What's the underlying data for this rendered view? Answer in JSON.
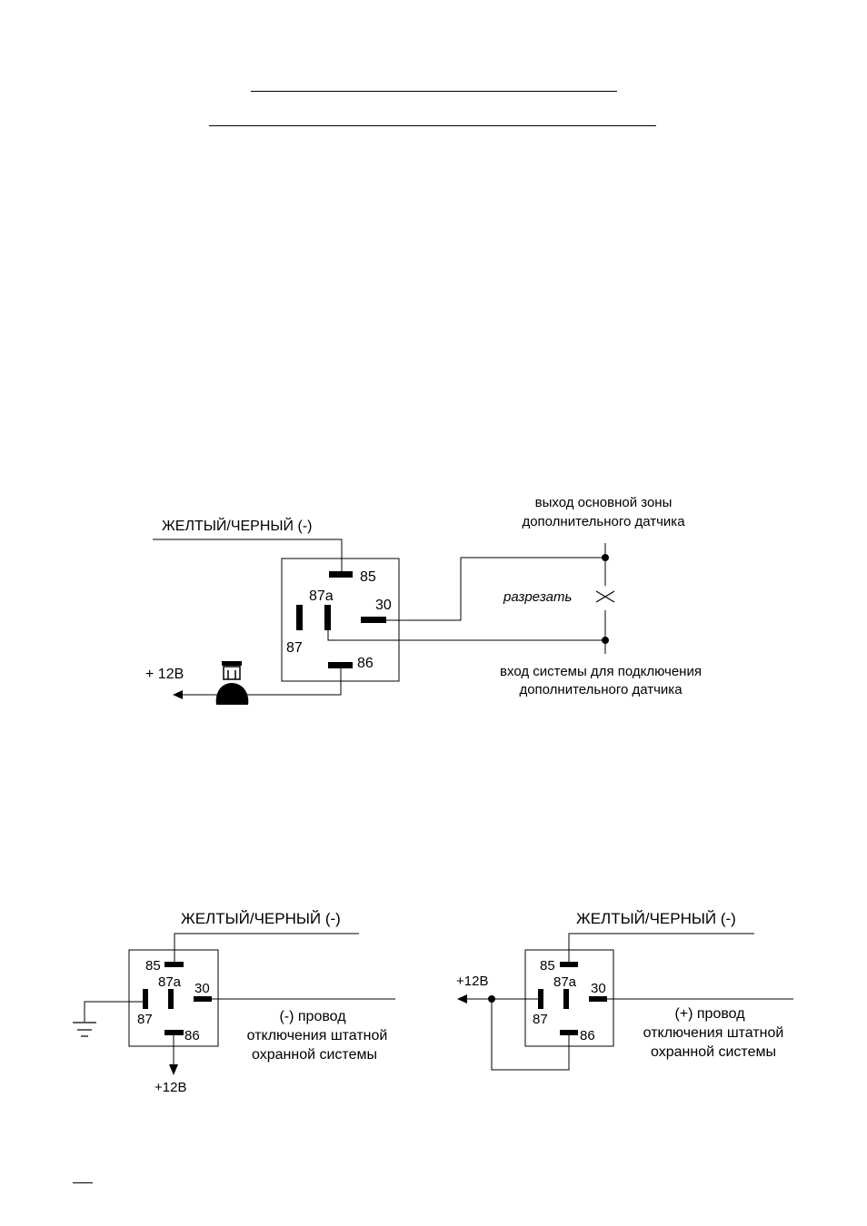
{
  "diagram1": {
    "wire_label": "ЖЕЛТЫЙ/ЧЕРНЫЙ (-)",
    "pin_85": "85",
    "pin_87a": "87a",
    "pin_30": "30",
    "pin_87": "87",
    "pin_86": "86",
    "power_label": "+ 12В",
    "output_label_line1": "выход основной зоны",
    "output_label_line2": "дополнительного датчика",
    "cut_label": "разрезать",
    "input_label_line1": "вход системы для подключения",
    "input_label_line2": "дополнительного датчика"
  },
  "diagram2": {
    "wire_label": "ЖЕЛТЫЙ/ЧЕРНЫЙ (-)",
    "pin_85": "85",
    "pin_87a": "87a",
    "pin_30": "30",
    "pin_87": "87",
    "pin_86": "86",
    "power_label": "+12В",
    "desc_line1": "(-) провод",
    "desc_line2": "отключения штатной",
    "desc_line3": "охранной системы"
  },
  "diagram3": {
    "wire_label": "ЖЕЛТЫЙ/ЧЕРНЫЙ (-)",
    "pin_85": "85",
    "pin_87a": "87a",
    "pin_30": "30",
    "pin_87": "87",
    "pin_86": "86",
    "power_label": "+12В",
    "desc_line1": "(+) провод",
    "desc_line2": "отключения штатной",
    "desc_line3": "охранной системы"
  }
}
